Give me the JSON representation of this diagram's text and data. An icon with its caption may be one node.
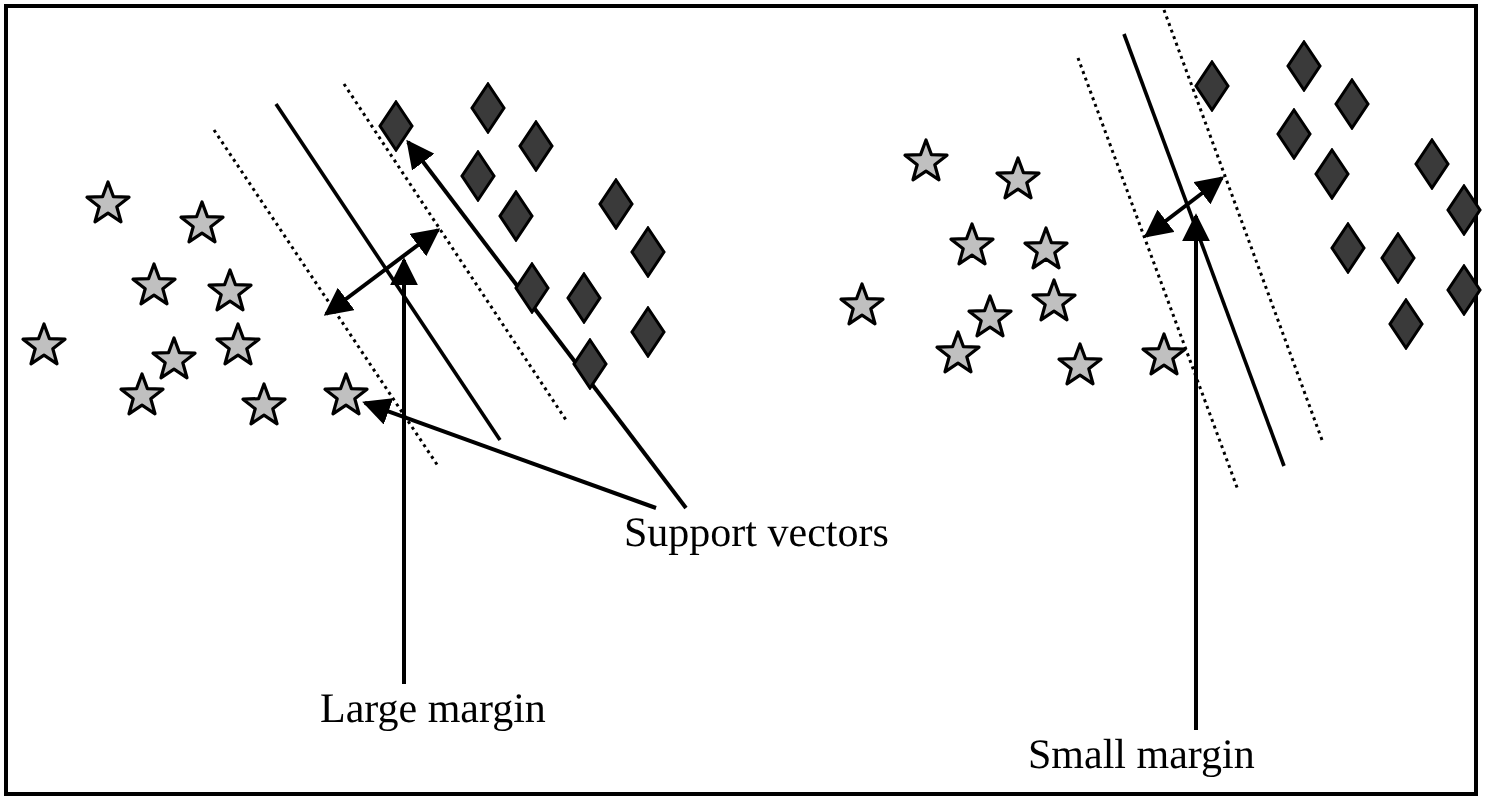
{
  "diagram": {
    "nodes": [
      {
        "text": [],
        "shape": "star"
      },
      {
        "text": [],
        "shape": "star"
      },
      {
        "text": [],
        "shape": "star"
      },
      {
        "text": [],
        "shape": "star"
      },
      {
        "text": [],
        "shape": "star"
      },
      {
        "text": [],
        "shape": "star"
      },
      {
        "text": [],
        "shape": "star"
      },
      {
        "text": [],
        "shape": "star"
      },
      {
        "text": [],
        "shape": "star"
      },
      {
        "text": [],
        "shape": "star"
      },
      {
        "text": [],
        "shape": "diamond"
      },
      {
        "text": [],
        "shape": "diamond"
      },
      {
        "text": [],
        "shape": "diamond"
      },
      {
        "text": [],
        "shape": "diamond"
      },
      {
        "text": [],
        "shape": "diamond"
      },
      {
        "text": [],
        "shape": "diamond"
      },
      {
        "text": [],
        "shape": "diamond"
      },
      {
        "text": [],
        "shape": "diamond"
      },
      {
        "text": [],
        "shape": "diamond"
      },
      {
        "text": [],
        "shape": "diamond"
      },
      {
        "text": [],
        "shape": "diamond"
      },
      {
        "text": [],
        "shape": "star"
      },
      {
        "text": [],
        "shape": "star"
      },
      {
        "text": [],
        "shape": "star"
      },
      {
        "text": [],
        "shape": "star"
      },
      {
        "text": [],
        "shape": "star"
      },
      {
        "text": [],
        "shape": "star"
      },
      {
        "text": [],
        "shape": "star"
      },
      {
        "text": [],
        "shape": "star"
      },
      {
        "text": [],
        "shape": "star"
      },
      {
        "text": [],
        "shape": "star"
      },
      {
        "text": [],
        "shape": "diamond"
      },
      {
        "text": [],
        "shape": "diamond"
      },
      {
        "text": [],
        "shape": "diamond"
      },
      {
        "text": [],
        "shape": "diamond"
      },
      {
        "text": [],
        "shape": "diamond"
      },
      {
        "text": [],
        "shape": "diamond"
      },
      {
        "text": [],
        "shape": "diamond"
      },
      {
        "text": [],
        "shape": "diamond"
      },
      {
        "text": [],
        "shape": "diamond"
      },
      {
        "text": [],
        "shape": "diamond"
      },
      {
        "text": [],
        "shape": "diamond"
      },
      {
        "text": [
          "Support vectors"
        ]
      },
      {
        "text": [
          "Large margin"
        ]
      },
      {
        "text": [
          "Small margin"
        ]
      }
    ],
    "edges": [
      {
        "from": 42,
        "to": 9,
        "arrow": "to"
      },
      {
        "from": 42,
        "to": 10,
        "arrow": "to"
      },
      {
        "from": 43,
        "to": null,
        "arrow": "to"
      },
      {
        "from": 44,
        "to": null,
        "arrow": "to"
      }
    ]
  }
}
